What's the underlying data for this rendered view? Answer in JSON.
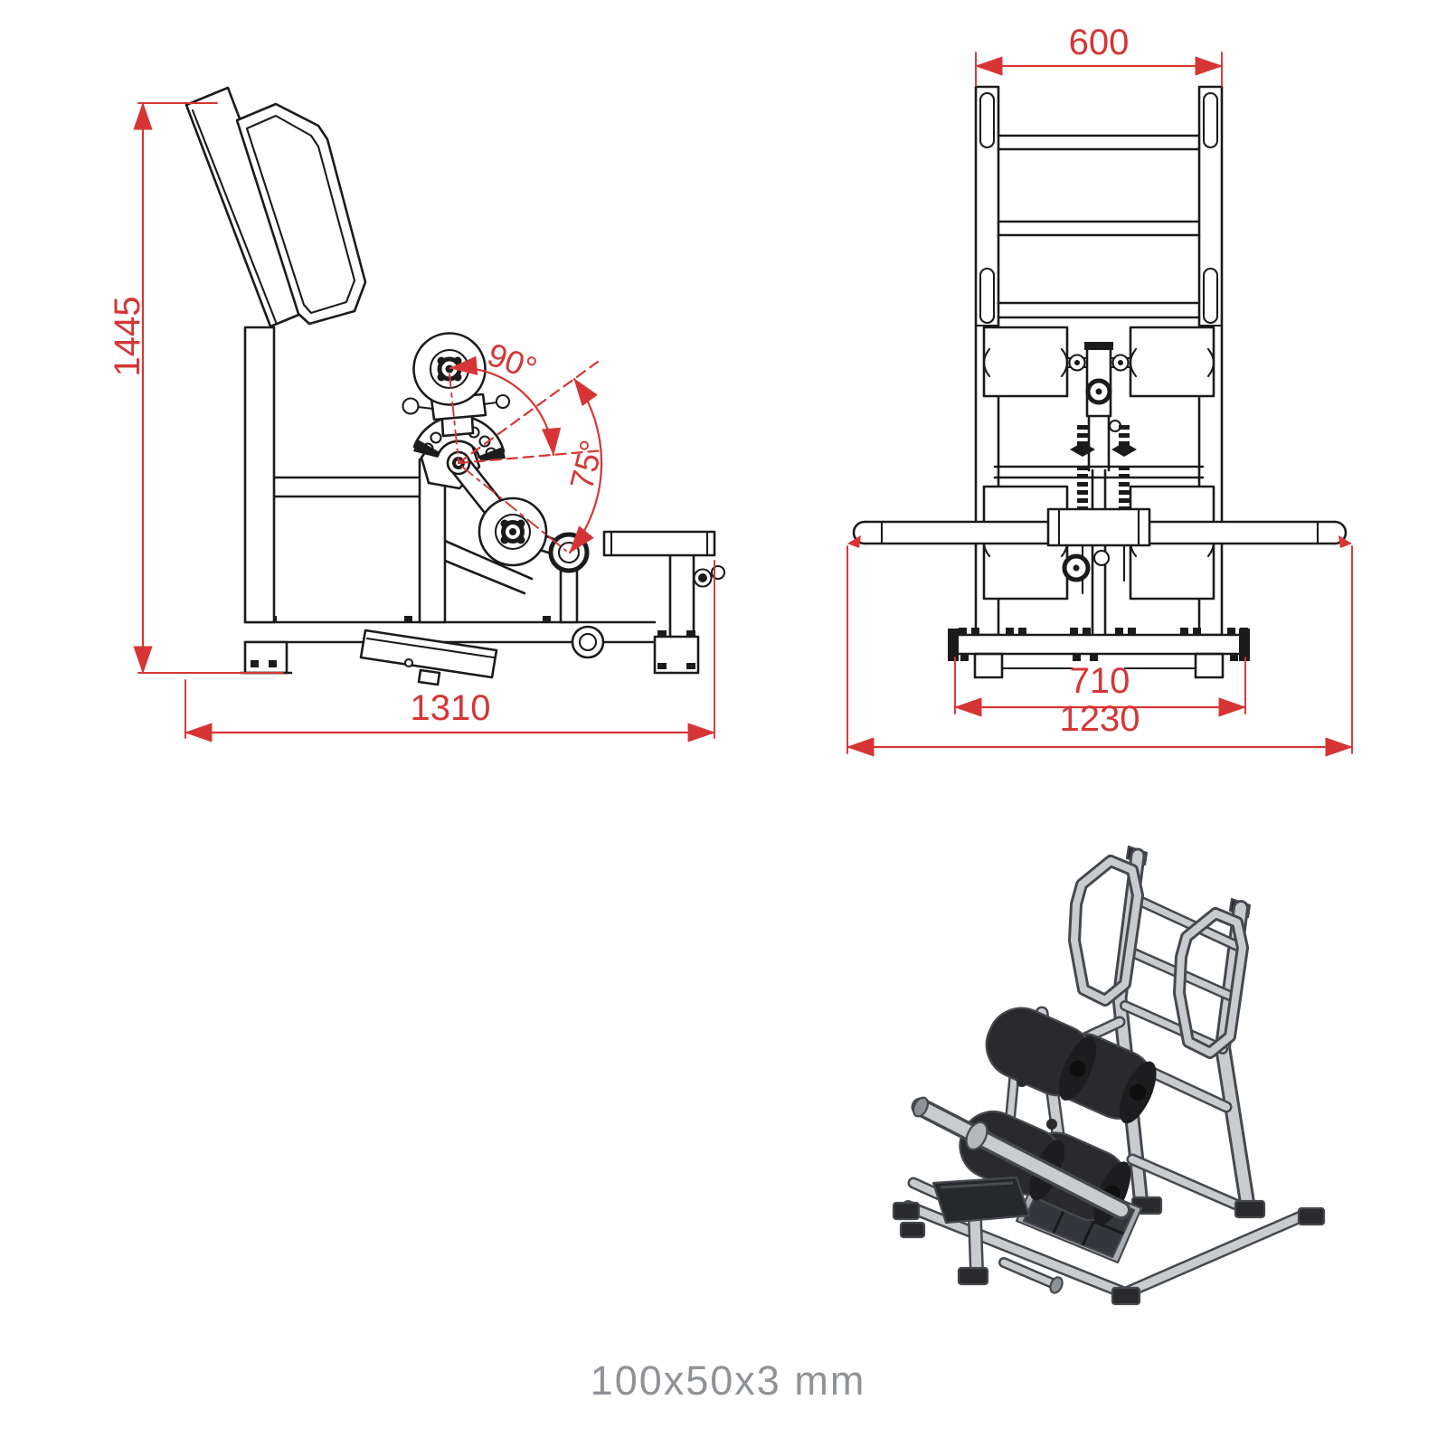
{
  "drawing": {
    "type": "technical-drawing",
    "caption": "100x50x3 mm",
    "side_view": {
      "height_mm": "1445",
      "length_mm": "1310",
      "upper_angle": "90°",
      "lower_angle": "75°"
    },
    "front_view": {
      "handle_width_mm": "600",
      "base_width_mm": "710",
      "handlebar_width_mm": "1230"
    },
    "colors": {
      "line": "#1b1b1b",
      "dimension_red": "#d63535",
      "caption_gray": "#8f9296",
      "iso_light": "#c9ccce",
      "iso_mid": "#a8adb1",
      "iso_dark": "#7e8387",
      "iso_black": "#2a2a2c",
      "iso_outline": "#45494d"
    }
  }
}
